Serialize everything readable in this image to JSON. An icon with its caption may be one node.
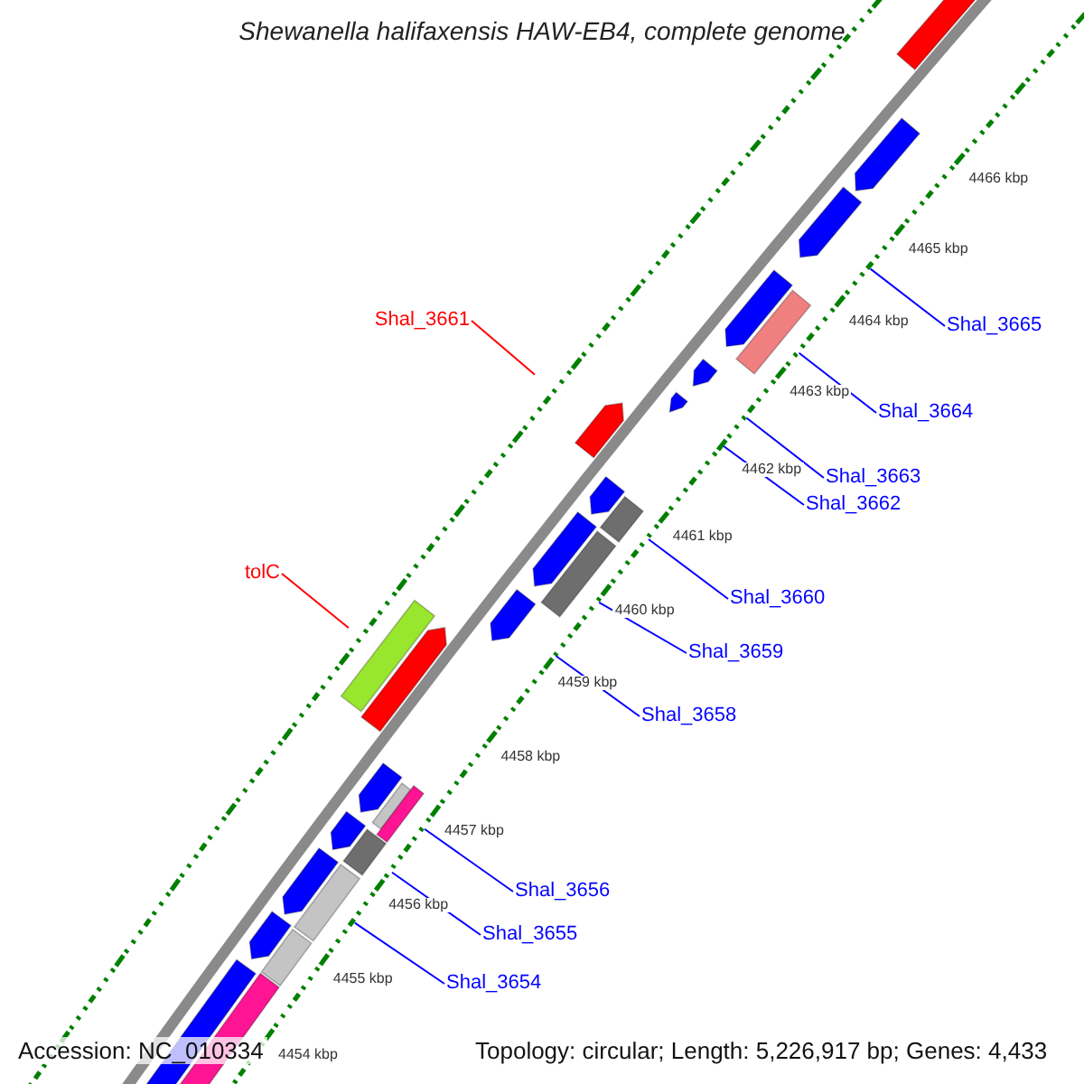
{
  "diagram": {
    "title": "Shewanella halifaxensis HAW-EB4, complete genome",
    "nodes": [
      {
        "text": [
          "Shal_3661"
        ]
      },
      {
        "text": [
          "Shal_3665"
        ]
      },
      {
        "text": [
          "Shal_3664"
        ]
      },
      {
        "text": [
          "Shal_3663"
        ]
      },
      {
        "text": [
          "Shal_3662"
        ]
      },
      {
        "text": [
          "tolC"
        ]
      },
      {
        "text": [
          "Shal_3660"
        ]
      },
      {
        "text": [
          "Shal_3659"
        ]
      },
      {
        "text": [
          "Shal_3658"
        ]
      },
      {
        "text": [
          "Shal_3656"
        ]
      },
      {
        "text": [
          "Shal_3655"
        ]
      },
      {
        "text": [
          "Shal_3654"
        ]
      }
    ],
    "edges": [
      {
        "from": 0,
        "to": null,
        "arrow": "none",
        "color": "#ff0000"
      },
      {
        "from": 1,
        "to": null,
        "arrow": "none"
      },
      {
        "from": 2,
        "to": null,
        "arrow": "none"
      },
      {
        "from": 3,
        "to": null,
        "arrow": "none"
      },
      {
        "from": 4,
        "to": null,
        "arrow": "none"
      },
      {
        "from": 5,
        "to": null,
        "arrow": "none",
        "color": "#ff0000"
      },
      {
        "from": 6,
        "to": null,
        "arrow": "none"
      },
      {
        "from": 7,
        "to": null,
        "arrow": "none"
      },
      {
        "from": 8,
        "to": null,
        "arrow": "none"
      },
      {
        "from": 9,
        "to": null,
        "arrow": "none"
      },
      {
        "from": 10,
        "to": null,
        "arrow": "none"
      },
      {
        "from": 11,
        "to": null,
        "arrow": "none"
      }
    ],
    "labels": [
      "4466 kbp",
      "4465 kbp",
      "4464 kbp",
      "4463 kbp",
      "4462 kbp",
      "4461 kbp",
      "4460 kbp",
      "4459 kbp",
      "4458 kbp",
      "4457 kbp",
      "4456 kbp",
      "4455 kbp",
      "4454 kbp",
      "Accession: NC_010334",
      "Topology: circular; Length: 5,226,917 bp; Genes: 4,433"
    ]
  }
}
